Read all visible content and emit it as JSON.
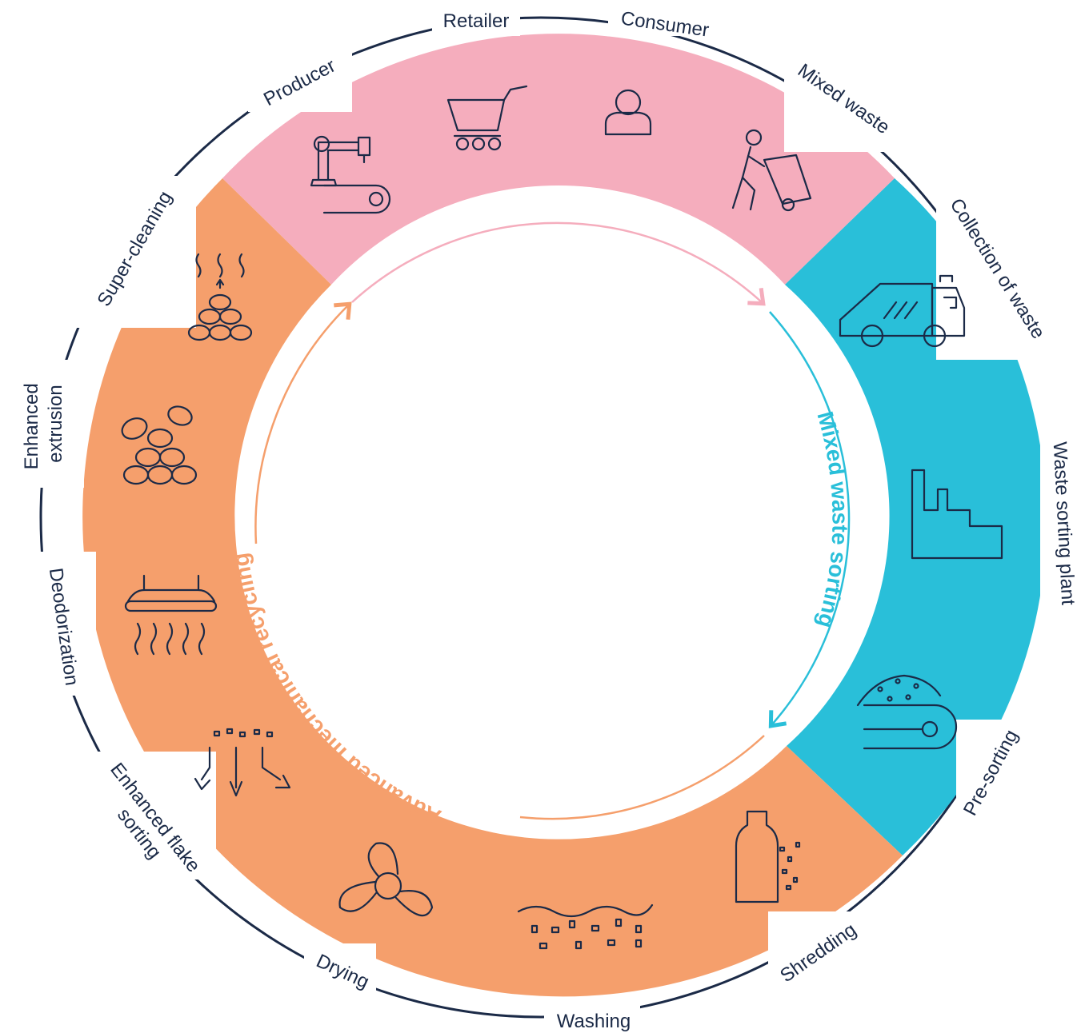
{
  "colors": {
    "value_chain": "#f5adbd",
    "mixed_waste_sorting": "#29bfd9",
    "advanced_recycling": "#f59f6c",
    "outline": "#1b2a47",
    "background": "#ffffff"
  },
  "phases": {
    "mixed_waste_sorting": "Mixed waste sorting",
    "advanced_recycling": "Advanced mechanical recycling"
  },
  "stages": [
    {
      "id": "retailer",
      "label": "Retailer",
      "icon": "shopping-cart-icon"
    },
    {
      "id": "consumer",
      "label": "Consumer",
      "icon": "person-icon"
    },
    {
      "id": "mixed-waste",
      "label": "Mixed waste",
      "icon": "person-pushing-bin-icon"
    },
    {
      "id": "collection-of-waste",
      "label": "Collection of waste",
      "icon": "garbage-truck-icon"
    },
    {
      "id": "waste-sorting-plant",
      "label": "Waste sorting plant",
      "icon": "factory-icon"
    },
    {
      "id": "pre-sorting",
      "label": "Pre-sorting",
      "icon": "conveyor-pile-icon"
    },
    {
      "id": "shredding",
      "label": "Shredding",
      "icon": "bottle-shredding-icon"
    },
    {
      "id": "washing",
      "label": "Washing",
      "icon": "water-flakes-icon"
    },
    {
      "id": "drying",
      "label": "Drying",
      "icon": "fan-icon"
    },
    {
      "id": "enhanced-flake-sorting",
      "label_lines": [
        "Enhanced flake",
        "sorting"
      ],
      "icon": "flake-sorting-arrows-icon"
    },
    {
      "id": "deodorization",
      "label": "Deodorization",
      "icon": "heat-hood-icon"
    },
    {
      "id": "enhanced-extrusion",
      "label_lines": [
        "Enhanced",
        "extrusion"
      ],
      "icon": "pellet-pile-icon"
    },
    {
      "id": "super-cleaning",
      "label": "Super-cleaning",
      "icon": "steaming-pellets-icon"
    },
    {
      "id": "producer",
      "label": "Producer",
      "icon": "robot-arm-conveyor-icon"
    }
  ]
}
